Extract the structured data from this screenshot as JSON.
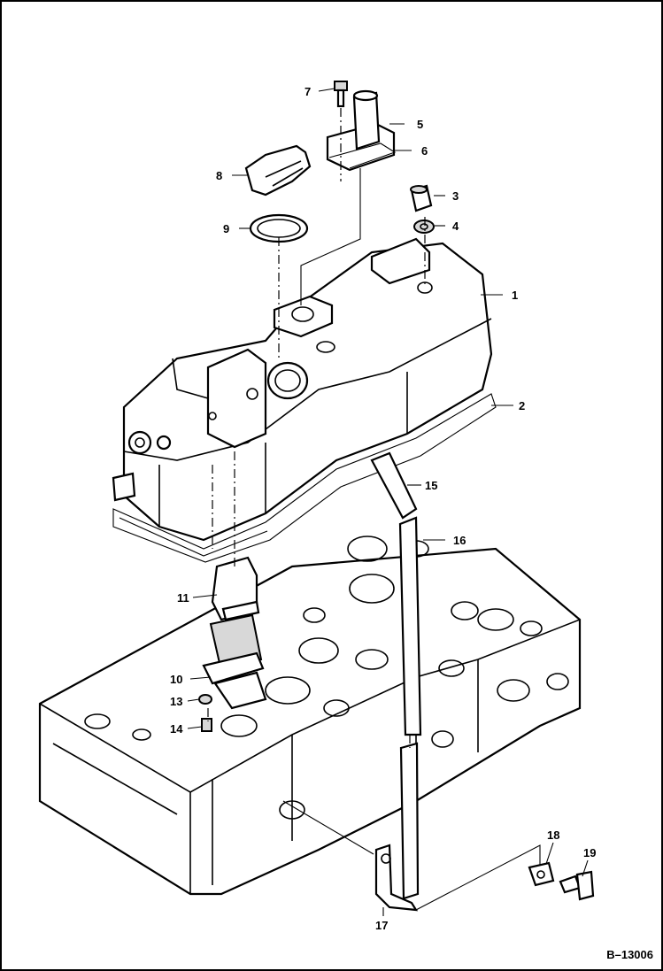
{
  "figure_id": "B–13006",
  "callouts": [
    {
      "id": "1",
      "label": "1"
    },
    {
      "id": "2",
      "label": "2"
    },
    {
      "id": "3",
      "label": "3"
    },
    {
      "id": "4",
      "label": "4"
    },
    {
      "id": "5",
      "label": "5"
    },
    {
      "id": "6",
      "label": "6"
    },
    {
      "id": "7",
      "label": "7"
    },
    {
      "id": "8",
      "label": "8"
    },
    {
      "id": "9",
      "label": "9"
    },
    {
      "id": "10",
      "label": "10"
    },
    {
      "id": "11",
      "label": "11"
    },
    {
      "id": "13",
      "label": "13"
    },
    {
      "id": "14",
      "label": "14"
    },
    {
      "id": "15",
      "label": "15"
    },
    {
      "id": "16",
      "label": "16"
    },
    {
      "id": "17",
      "label": "17"
    },
    {
      "id": "18",
      "label": "18"
    },
    {
      "id": "19",
      "label": "19"
    }
  ]
}
